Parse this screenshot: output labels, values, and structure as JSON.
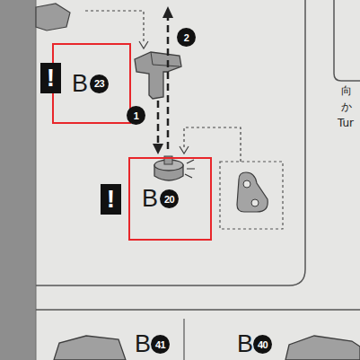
{
  "diagram": {
    "nodes": [
      {
        "text": [
          "B",
          "23"
        ]
      },
      {
        "text": [
          "B",
          "20"
        ]
      }
    ],
    "labels": [
      "!",
      "!",
      "1",
      "2",
      "B",
      "41",
      "B",
      "40",
      "向",
      "か",
      "Tur"
    ]
  }
}
